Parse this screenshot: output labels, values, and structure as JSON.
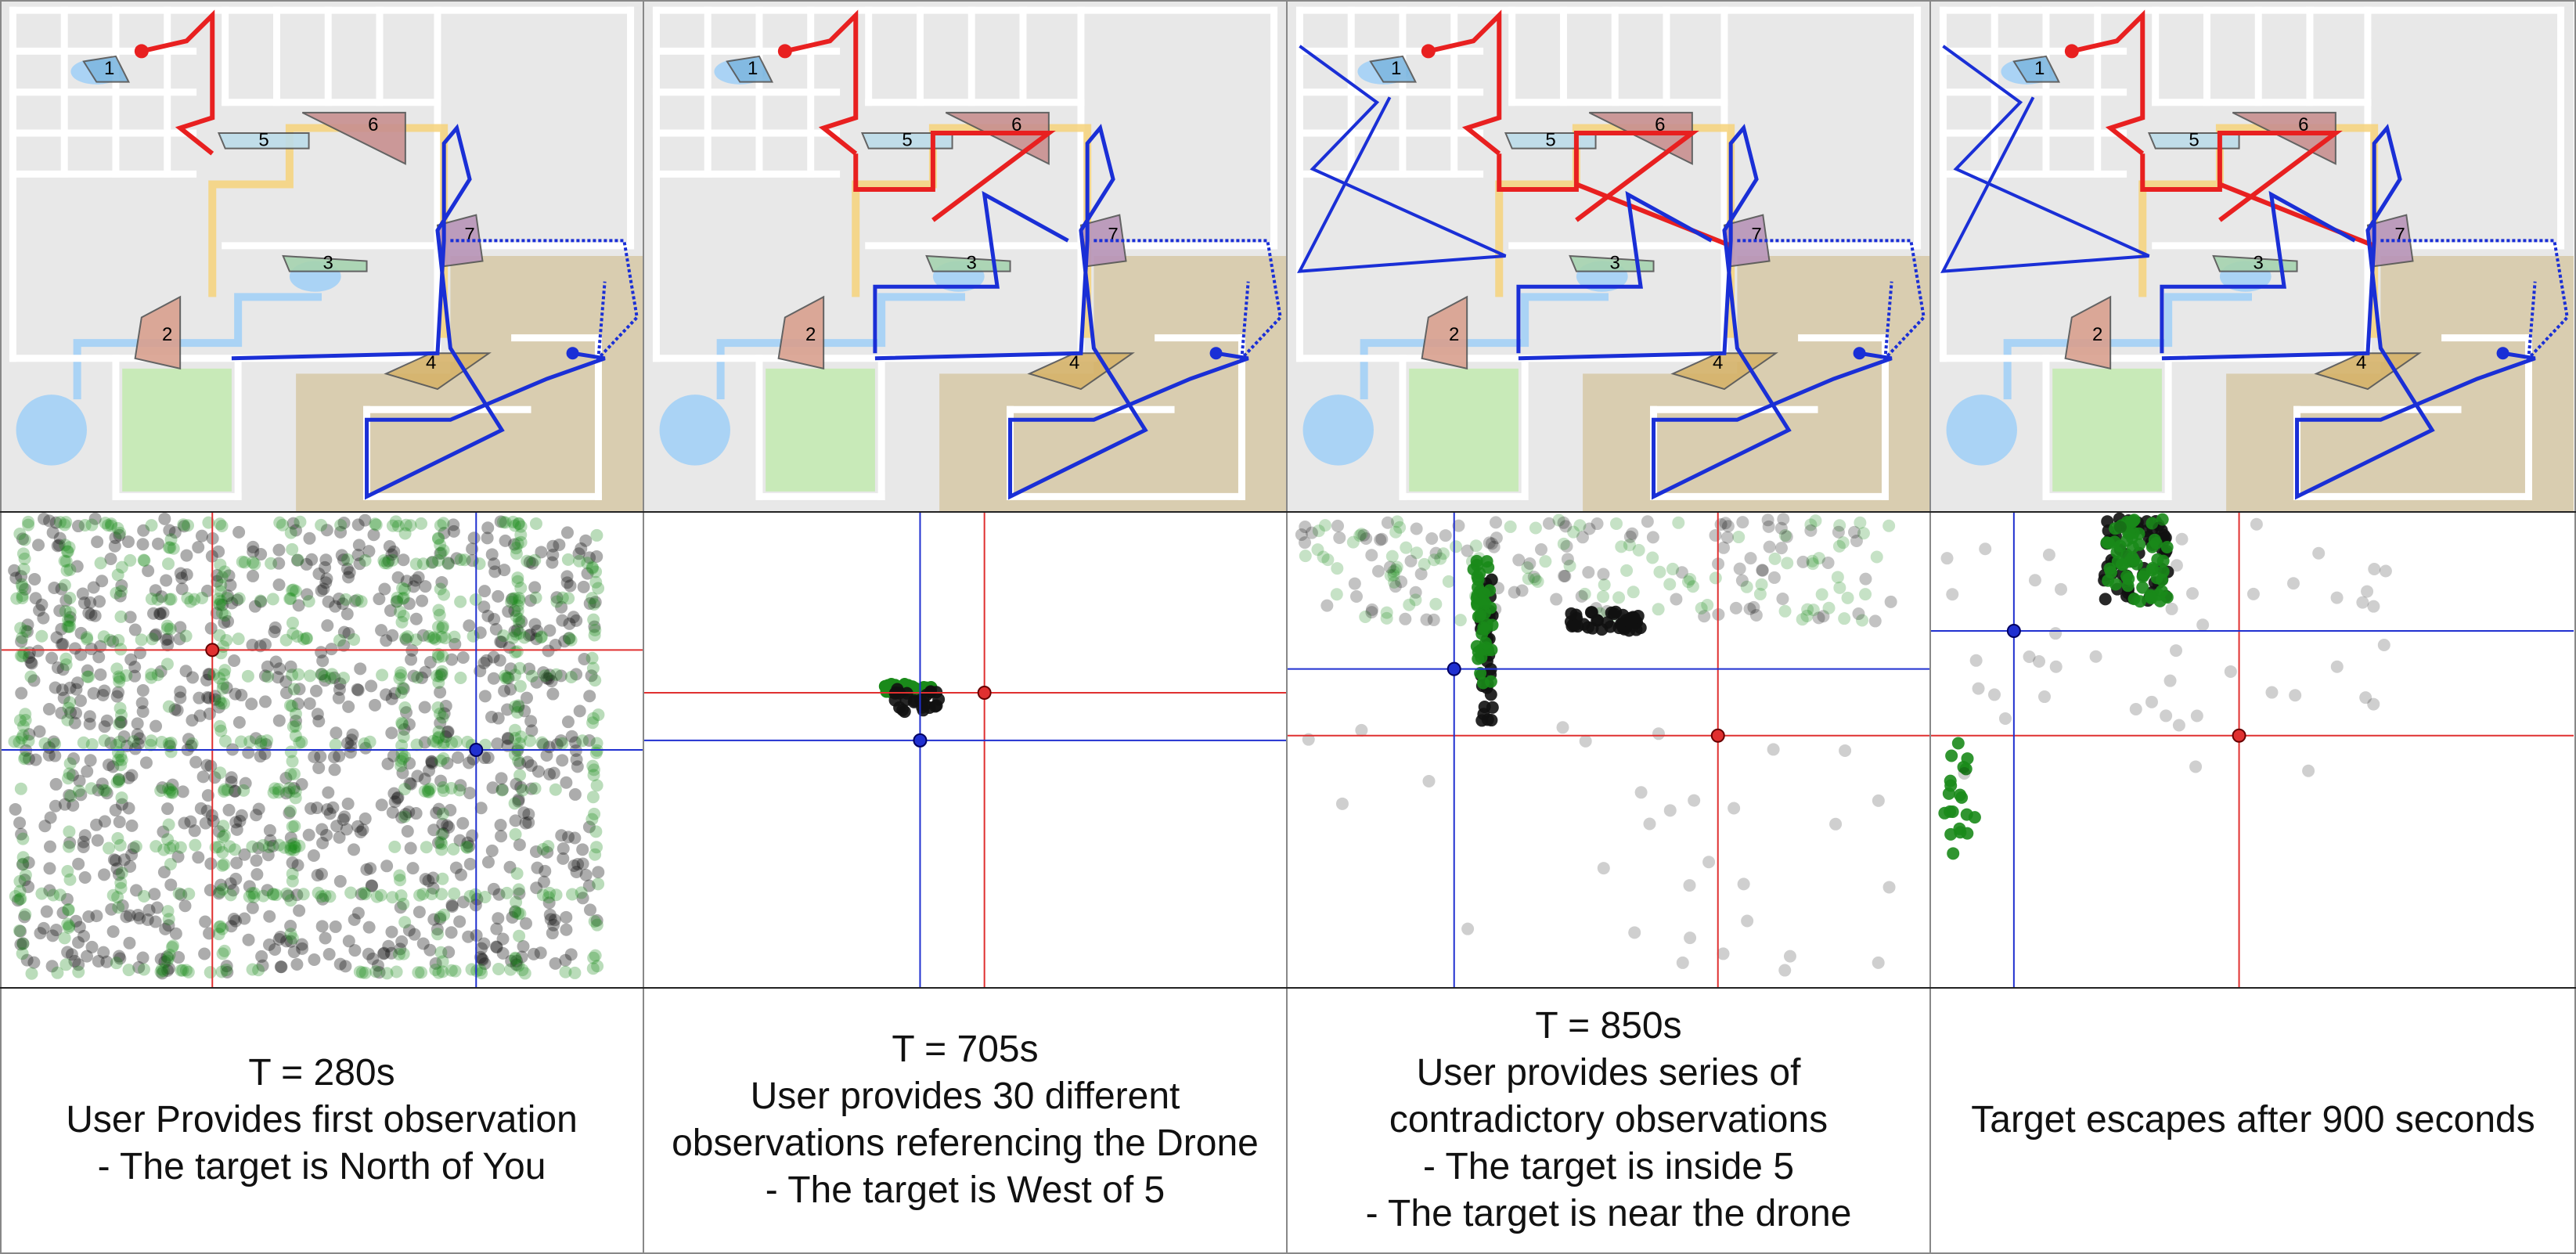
{
  "panels": [
    {
      "id": "p1",
      "caption": [
        "T = 280s",
        "User Provides first observation",
        "- The target is North of You"
      ],
      "red_cross": [
        0.33,
        0.29
      ],
      "blue_cross": [
        0.74,
        0.5
      ],
      "scatter": "uniform"
    },
    {
      "id": "p2",
      "caption": [
        "T = 705s",
        "User provides 30 different",
        "observations referencing the Drone",
        "- The target is West of 5"
      ],
      "red_cross": [
        0.53,
        0.38
      ],
      "blue_cross": [
        0.43,
        0.48
      ],
      "scatter": "tight"
    },
    {
      "id": "p3",
      "caption": [
        "T = 850s",
        "User provides series of",
        "contradictory observations",
        "- The target is inside 5",
        "- The target is near the drone"
      ],
      "red_cross": [
        0.67,
        0.47
      ],
      "blue_cross": [
        0.26,
        0.33
      ],
      "scatter": "spread"
    },
    {
      "id": "p4",
      "caption": [
        "Target escapes after 900 seconds"
      ],
      "red_cross": [
        0.48,
        0.47
      ],
      "blue_cross": [
        0.13,
        0.25
      ],
      "scatter": "escape"
    }
  ],
  "map_labels": [
    "1",
    "2",
    "3",
    "4",
    "5",
    "6",
    "7"
  ],
  "colors": {
    "map_bg": "#e8e8e8",
    "road": "#ffffff",
    "path_blue": "#1a2fd6",
    "path_red": "#e82020",
    "corridor": "#f6d27a",
    "water": "#aad3f5",
    "grass": "#c8eab8",
    "sand": "#d9cdb0",
    "particle_black": "#111111",
    "particle_green": "#1a8a1a"
  }
}
